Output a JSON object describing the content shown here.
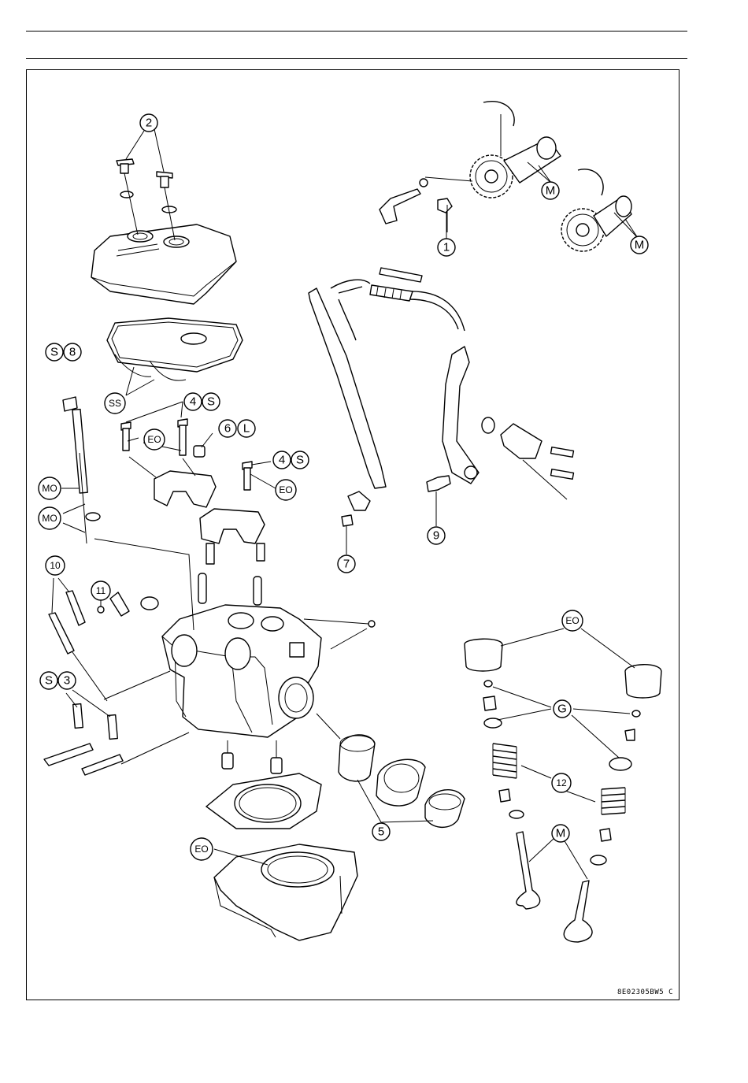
{
  "figure": {
    "code": "8E02305BW5 C"
  },
  "callouts": {
    "c1": "1",
    "c2": "2",
    "c3": "3",
    "c4a": "4",
    "c4b": "4",
    "c5": "5",
    "c6": "6",
    "c7": "7",
    "c8": "8",
    "c9": "9",
    "c10": "10",
    "c11": "11",
    "c12": "12",
    "s_3": "S",
    "s_4a": "S",
    "s_4b": "S",
    "s_8": "S",
    "l_6": "L",
    "m_cam1": "M",
    "m_cam2": "M",
    "m_valve": "M",
    "ss_cover": "SS",
    "eo_bolts1": "EO",
    "eo_bolts2": "EO",
    "eo_tappet": "EO",
    "eo_cylinder": "EO",
    "mo_bolt": "MO",
    "mo_washer": "MO",
    "g_valve": "G"
  }
}
